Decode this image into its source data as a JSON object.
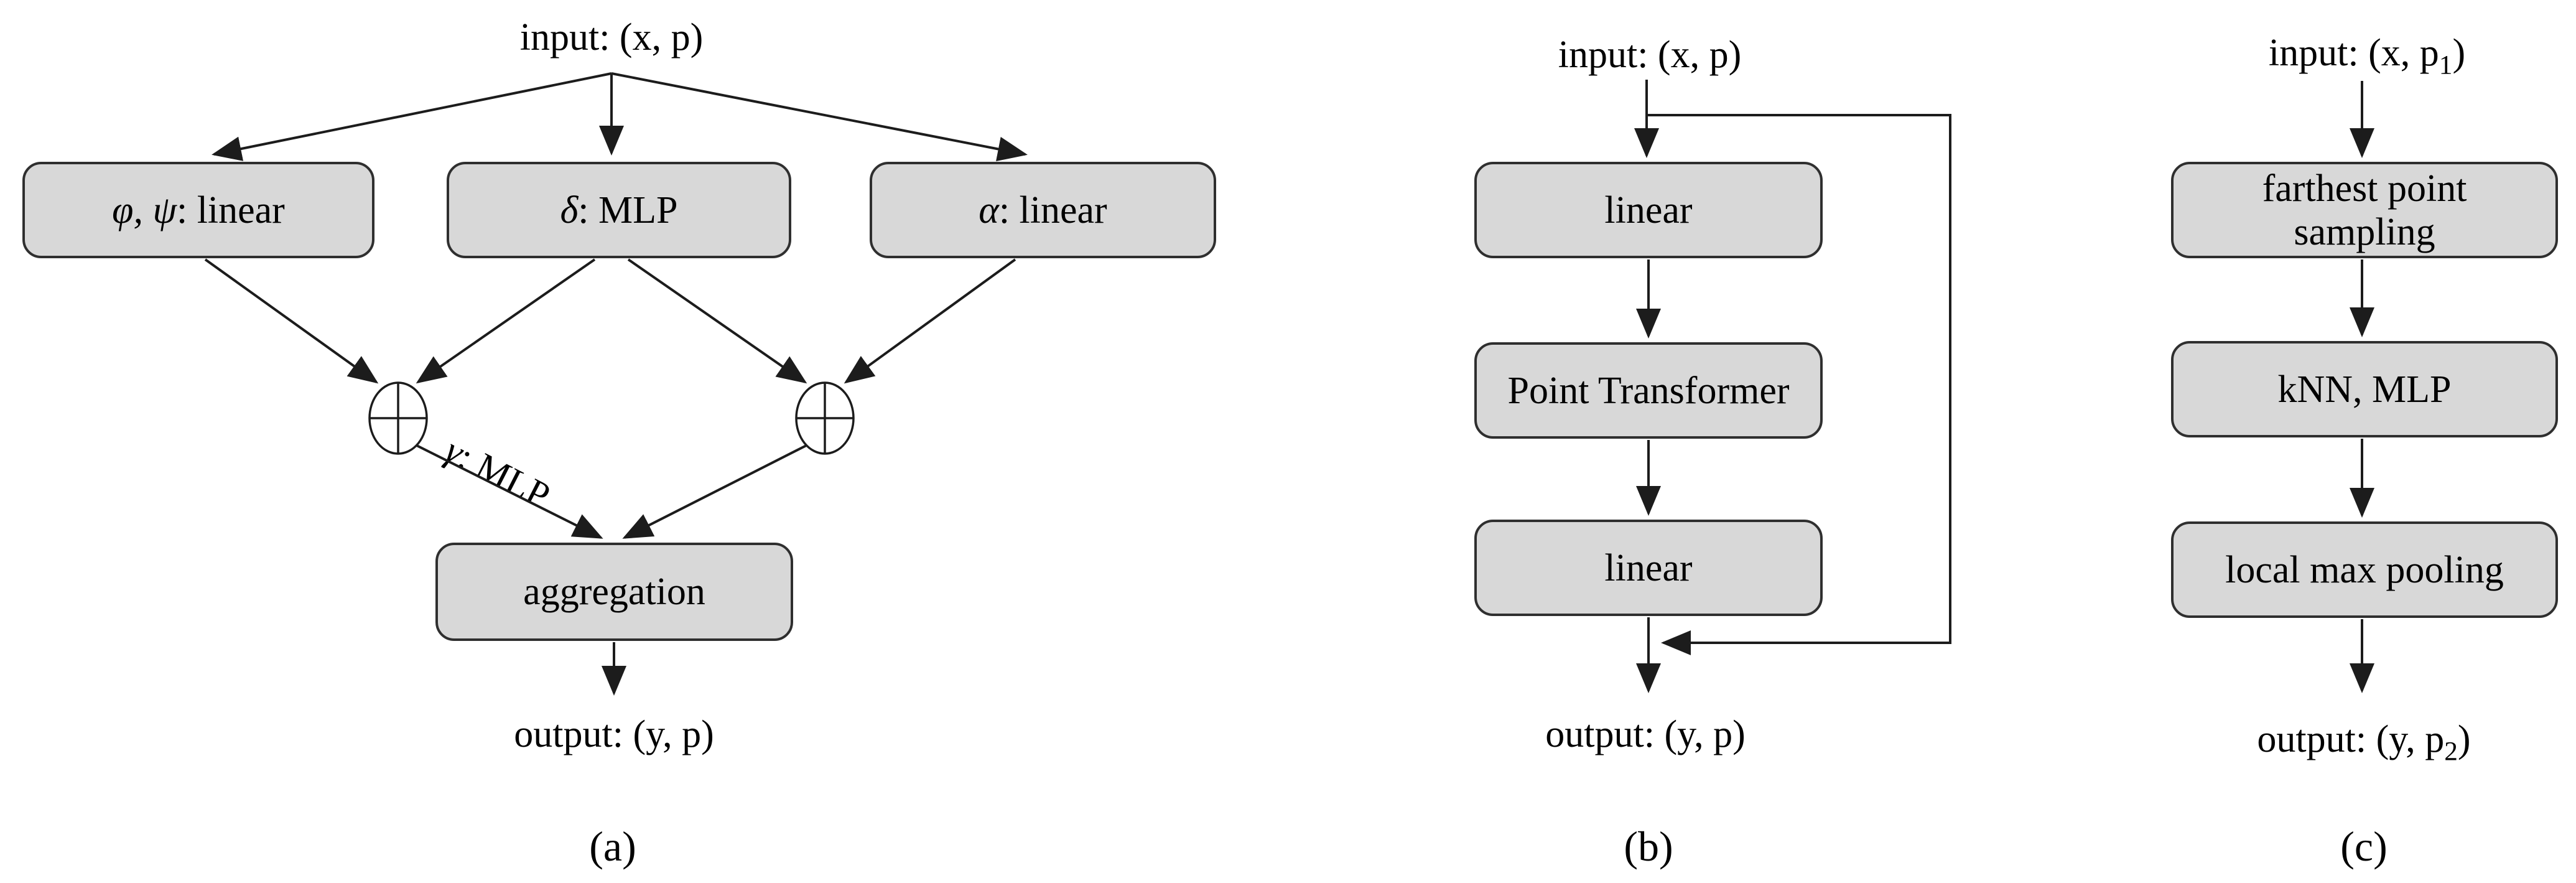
{
  "figure": {
    "description": "three-part flow diagram",
    "colors": {
      "background": "#ffffff",
      "box_fill": "#d8d8d8",
      "box_border": "#2f2f2f",
      "line": "#1c1c1c",
      "text": "#000000"
    },
    "diagrams": [
      {
        "caption": "(a)",
        "input": {
          "pre": "input: (x, p",
          "sub": "",
          "post": ")"
        },
        "output": {
          "pre": "output: (y, p",
          "sub": "",
          "post": ")"
        },
        "boxes": [
          {
            "italic": "φ, ψ",
            "rest": ": linear"
          },
          {
            "italic": "δ",
            "rest": ": MLP"
          },
          {
            "italic": "α",
            "rest": ": linear"
          },
          {
            "italic": "",
            "rest": "aggregation"
          }
        ],
        "edge_label": {
          "italic": "γ",
          "rest": ": MLP"
        },
        "operator_icon": "circled-plus"
      },
      {
        "caption": "(b)",
        "input": {
          "pre": "input: (x, p",
          "sub": "",
          "post": ")"
        },
        "output": {
          "pre": "output: (y, p",
          "sub": "",
          "post": ")"
        },
        "boxes": [
          {
            "italic": "",
            "rest": "linear"
          },
          {
            "italic": "",
            "rest": "Point Transformer"
          },
          {
            "italic": "",
            "rest": "linear"
          }
        ]
      },
      {
        "caption": "(c)",
        "input": {
          "pre": "input: (x, p",
          "sub": "1",
          "post": ")"
        },
        "output": {
          "pre": "output: (y, p",
          "sub": "2",
          "post": ")"
        },
        "boxes": [
          {
            "italic": "",
            "rest": "farthest point sampling"
          },
          {
            "italic": "",
            "rest": "kNN, MLP"
          },
          {
            "italic": "",
            "rest": "local max pooling"
          }
        ]
      }
    ]
  }
}
